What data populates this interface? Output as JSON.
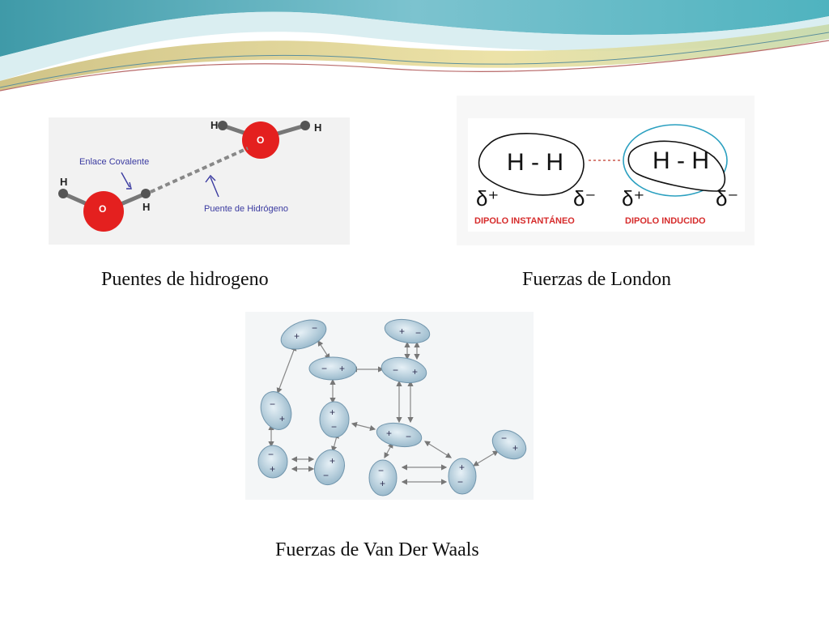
{
  "slide": {
    "accent_colors": {
      "wave_teal": "#4fb3bf",
      "wave_light": "#cfe7ee",
      "wave_gold": "#e6d79a",
      "wave_green": "#9cc7a4"
    },
    "figures": [
      {
        "caption": "Puentes de hidrogeno",
        "labels": {
          "covalent": "Enlace Covalente",
          "hbond": "Puente de Hidrógeno",
          "h": "H",
          "o": "O"
        }
      },
      {
        "caption": "Fuerzas de London",
        "labels": {
          "molecule": "H - H",
          "delta_plus": "δ⁺",
          "delta_minus": "δ⁻",
          "instant": "DIPOLO INSTANTÁNEO",
          "induced": "DIPOLO INDUCIDO"
        }
      },
      {
        "caption": "Fuerzas de Van Der Waals",
        "labels": {
          "plus": "+",
          "minus": "−"
        }
      }
    ]
  }
}
